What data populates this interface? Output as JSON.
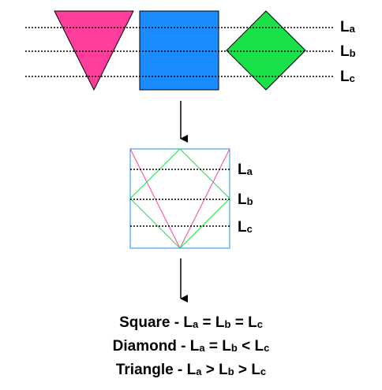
{
  "top_labels": {
    "a": {
      "main": "L",
      "sub": "a"
    },
    "b": {
      "main": "L",
      "sub": "b"
    },
    "c": {
      "main": "L",
      "sub": "c"
    }
  },
  "overlay_labels": {
    "a": {
      "main": "L",
      "sub": "a"
    },
    "b": {
      "main": "L",
      "sub": "b"
    },
    "c": {
      "main": "L",
      "sub": "c"
    }
  },
  "shapes": {
    "triangle": {
      "color": "#ff3d9a"
    },
    "square": {
      "color": "#1a8cff"
    },
    "diamond": {
      "color": "#19e24a"
    }
  },
  "equations": [
    {
      "name": "Square",
      "sep": " - ",
      "terms": [
        "L",
        "a",
        " = ",
        "L",
        "b",
        " = ",
        "L",
        "c"
      ]
    },
    {
      "name": "Diamond",
      "sep": " - ",
      "terms": [
        "L",
        "a",
        " = ",
        "L",
        "b",
        " < ",
        "L",
        "c"
      ]
    },
    {
      "name": "Triangle",
      "sep": " - ",
      "terms": [
        "L",
        "a",
        " > ",
        "L",
        "b",
        " > ",
        "L",
        "c"
      ]
    }
  ]
}
